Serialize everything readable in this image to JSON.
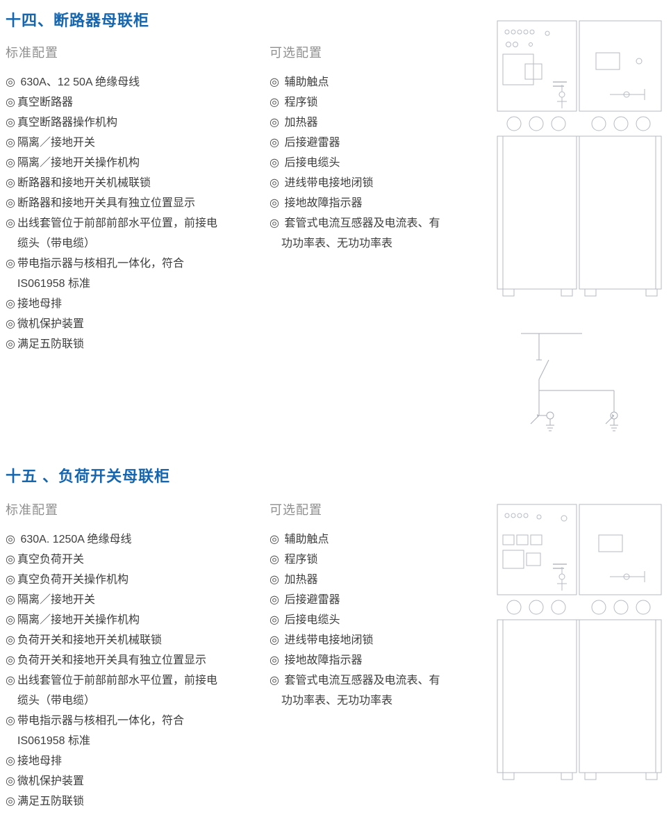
{
  "page": {
    "bullet": "◎",
    "sections": [
      {
        "title": "十四、断路器母联柜",
        "standard": {
          "header": "标准配置",
          "items": [
            " 630A、12 50A 绝缘母线",
            "真空断路器",
            "真空断路器操作机构",
            "隔离／接地开关",
            "隔离／接地开关操作机构",
            "断路器和接地开关机械联锁",
            "断路器和接地开关具有独立位置显示",
            "出线套管位于前部前部水平位置，前接电缆头（带电缆）",
            "带电指示器与核相孔一体化，符合 IS061958 标准",
            "接地母排",
            "微机保护装置",
            "满足五防联锁"
          ]
        },
        "optional": {
          "header": "可选配置",
          "items": [
            " 辅助触点",
            " 程序锁",
            " 加热器",
            " 后接避雷器",
            " 后接电缆头",
            " 进线带电接地闭锁",
            " 接地故障指示器",
            " 套管式电流互感器及电流表、有功功率表、无功功率表"
          ]
        }
      },
      {
        "title": "十五 、负荷开关母联柜",
        "standard": {
          "header": "标准配置",
          "items": [
            " 630A. 1250A 绝缘母线",
            "真空负荷开关",
            "真空负荷开关操作机构",
            "隔离／接地开关",
            "隔离／接地开关操作机构",
            "负荷开关和接地开关机械联锁",
            "负荷开关和接地开关具有独立位置显示",
            "出线套管位于前部前部水平位置，前接电缆头（带电缆）",
            "带电指示器与核相孔一体化，符合 IS061958 标准",
            "接地母排",
            "微机保护装置",
            "满足五防联锁"
          ]
        },
        "optional": {
          "header": "可选配置",
          "items": [
            " 辅助触点",
            " 程序锁",
            " 加热器",
            " 后接避雷器",
            " 后接电缆头",
            " 进线带电接地闭锁",
            " 接地故障指示器",
            " 套管式电流互感器及电流表、有功功率表、无功功率表"
          ]
        }
      }
    ]
  }
}
